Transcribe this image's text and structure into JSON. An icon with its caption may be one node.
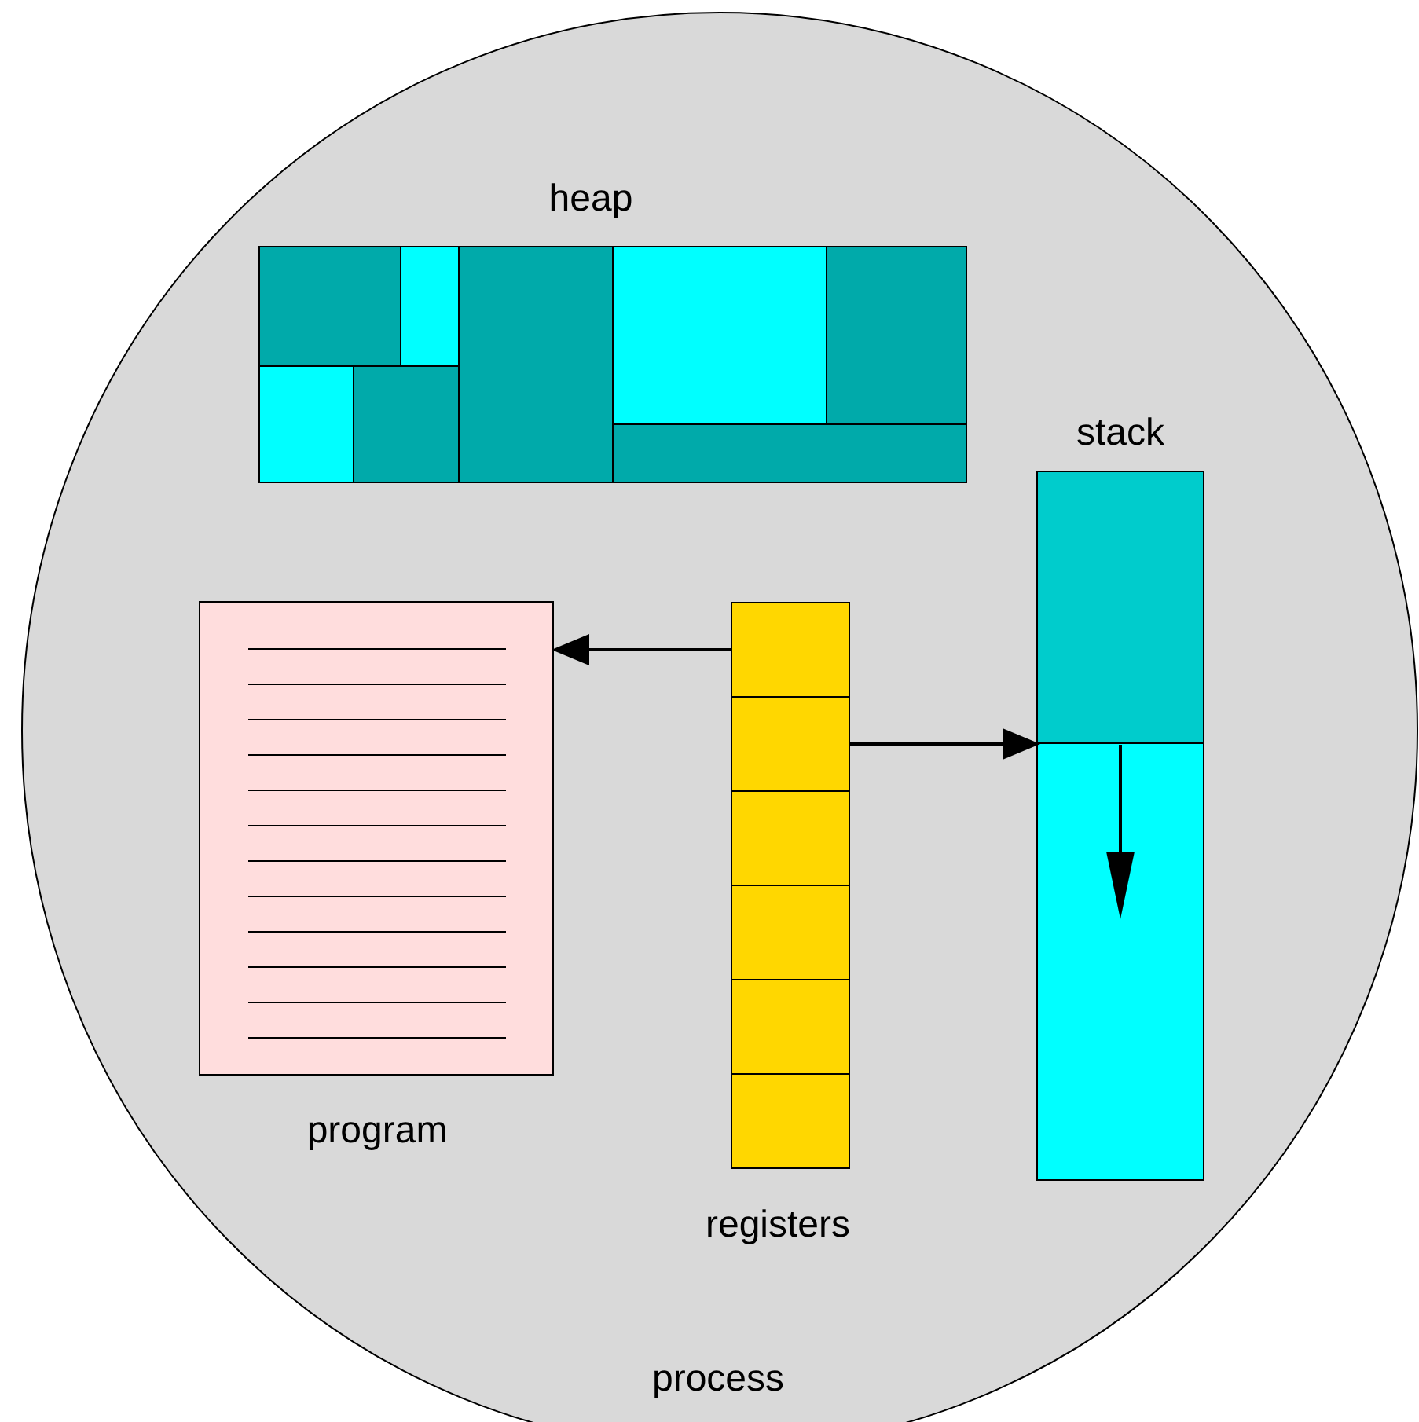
{
  "diagram": {
    "nodes": [
      {
        "text": [
          "process"
        ]
      },
      {
        "text": [
          "heap"
        ],
        "in": 0
      },
      {
        "text": [
          "stack"
        ],
        "in": 0
      },
      {
        "text": [
          "program"
        ],
        "in": 0
      },
      {
        "text": [
          "registers"
        ],
        "in": 0
      },
      {
        "text": [],
        "shape": "box",
        "in": 4
      },
      {
        "text": [],
        "shape": "box",
        "in": 4
      },
      {
        "text": [],
        "shape": "box",
        "in": 4
      },
      {
        "text": [],
        "shape": "box",
        "in": 4
      },
      {
        "text": [],
        "shape": "box",
        "in": 4
      },
      {
        "text": [],
        "shape": "box",
        "in": 4
      }
    ],
    "edges": [
      {
        "from": 5,
        "to": 3,
        "arrow": "to"
      },
      {
        "from": 6,
        "to": 2,
        "arrow": "to"
      }
    ]
  }
}
